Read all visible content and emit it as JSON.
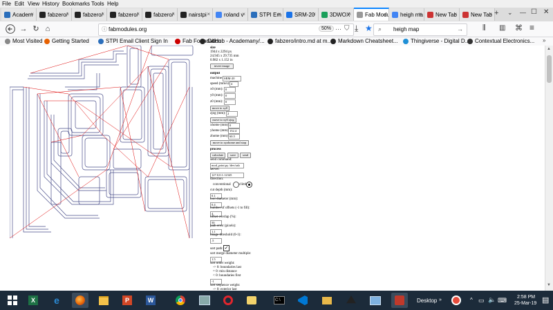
{
  "menu": [
    "File",
    "Edit",
    "View",
    "History",
    "Bookmarks",
    "Tools",
    "Help"
  ],
  "tabs": [
    {
      "label": "Academ",
      "color": "#2a6ebb"
    },
    {
      "label": "fabzero/",
      "color": "#222"
    },
    {
      "label": "fabzero/",
      "color": "#222"
    },
    {
      "label": "fabzero/",
      "color": "#222"
    },
    {
      "label": "fabzero/",
      "color": "#222"
    },
    {
      "label": "nairstpi",
      "color": "#222"
    },
    {
      "label": "roland v",
      "color": "#4285f4"
    },
    {
      "label": "STPI Em",
      "color": "#2a6ebb"
    },
    {
      "label": "SRM-20",
      "color": "#1a73e8"
    },
    {
      "label": "3DWOX",
      "color": "#1a9f5a"
    },
    {
      "label": "Fab Modu",
      "color": "#999",
      "active": true
    },
    {
      "label": "heigh ma",
      "color": "#4285f4"
    },
    {
      "label": "New Tab",
      "color": "#c33"
    },
    {
      "label": "New Tab",
      "color": "#c33"
    }
  ],
  "nav": {
    "url": "fabmodules.org",
    "zoom": "50%",
    "search": "heigh map"
  },
  "bookmarks": [
    {
      "label": "Most Visited",
      "color": "#888"
    },
    {
      "label": "Getting Started",
      "color": "#e66000"
    },
    {
      "label": "STPI Email Client Sign In",
      "color": "#2a6ebb"
    },
    {
      "label": "Fab Foundation",
      "color": "#c00"
    },
    {
      "label": "GitHub - Academany/...",
      "color": "#222"
    },
    {
      "label": "fabzero/intro.md at m...",
      "color": "#222"
    },
    {
      "label": "Markdown Cheatsheet...",
      "color": "#222"
    },
    {
      "label": "Thingiverse - Digital D...",
      "color": "#1e8fd6"
    },
    {
      "label": "Contextual Electronics...",
      "color": "#333"
    }
  ],
  "panel": {
    "size_heading": "size",
    "size_px": "1944 x 2294 px",
    "size_mm": "24.945 x 29.735 mm",
    "size_in": "0.982 x 1.152 in",
    "invert_btn": "invert image",
    "output_heading": "output",
    "machine_label": "machine:",
    "machine_value": "SRM-20",
    "speed_label": "speed (mm/s):",
    "speed_value": "4",
    "x0_label": "x0 (mm):",
    "x0_value": "0",
    "y0_label": "y0 (mm):",
    "y0_value": "0",
    "z0_label": "z0 (mm):",
    "z0_value": "0",
    "move_xy0_btn": "move to xy0",
    "zjog_label": "zjog (mm):",
    "zjog_value": "2",
    "move_zjog_btn": "move to xy0 zjog",
    "xhome_label": "xhome (mm):",
    "xhome_value": "0",
    "yhome_label": "yhome (mm):",
    "yhome_value": "152.4",
    "zhome_label": "zhome (mm):",
    "zhome_value": "60.5",
    "move_home_btn": "move to xyzhome and stop",
    "process_heading": "process",
    "calculate_btn": "calculate",
    "save_btn": "save",
    "send_btn": "send",
    "send_cmd_label": "send command:",
    "send_cmd_value": "mod_print.py /dev/usb",
    "server_label": "server:",
    "server_value": "127.0.0.1:12345",
    "direction_label": "direction:",
    "conventional_label": "conventional",
    "climb_label": "climb",
    "cut_depth_label": "cut depth (mm):",
    "cut_depth_value": "0.1",
    "tool_diam_label": "tool diameter (mm):",
    "tool_diam_value": "0.4",
    "offsets_label": "number of offsets (-1 to fill):",
    "offsets_value": "4",
    "overlap_label": "offset overlap (%):",
    "overlap_value": "50",
    "path_error_label": "path error (pixels):",
    "path_error_value": "1.1",
    "threshold_label": "image threshold (0-1):",
    "threshold_value": ".5",
    "sort_label": "sort path:",
    "merge_label": "sort merge diameter multiple:",
    "merge_value": "1.5",
    "order_label": "sort order weight:",
    "order_desc1": "-> 0: boundaries last",
    "order_desc2": "= 0: min distance",
    "order_desc3": "< 0: boundaries first",
    "order_value": "-1",
    "seq_label": "sort sequence weight:",
    "seq_desc1": "-> 0: exterior last"
  },
  "taskbar": {
    "desktop_label": "Desktop",
    "time": "2:58 PM",
    "date": "25-Mar-19"
  }
}
